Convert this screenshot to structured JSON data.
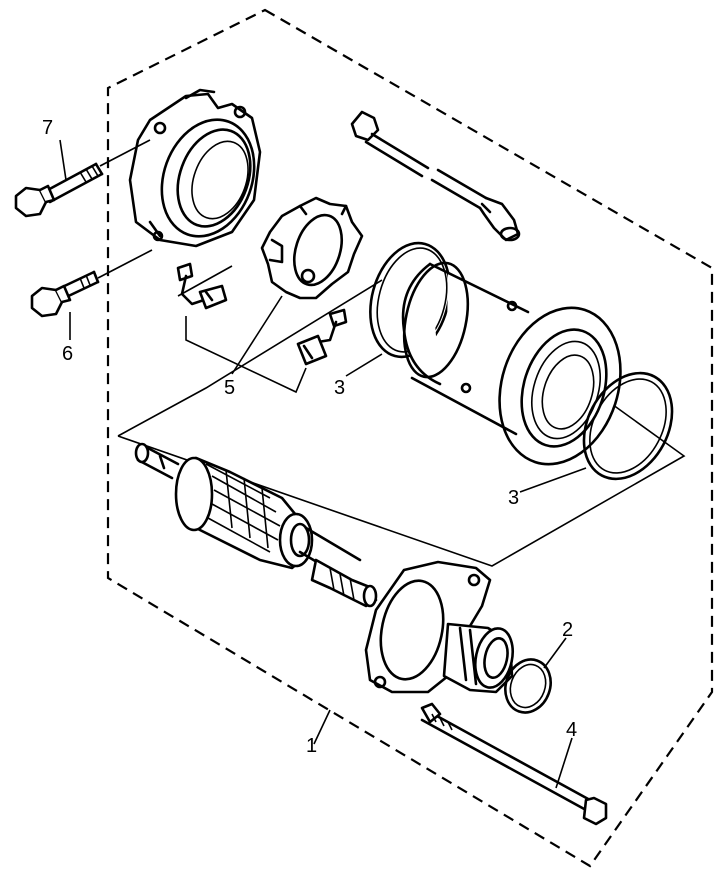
{
  "labels": {
    "assembly": "1",
    "o_ring": "2",
    "gasket_upper": "3",
    "gasket_lower": "3",
    "through_bolt": "4",
    "brush_set": "5",
    "bolt_lower": "6",
    "bolt_upper": "7"
  }
}
